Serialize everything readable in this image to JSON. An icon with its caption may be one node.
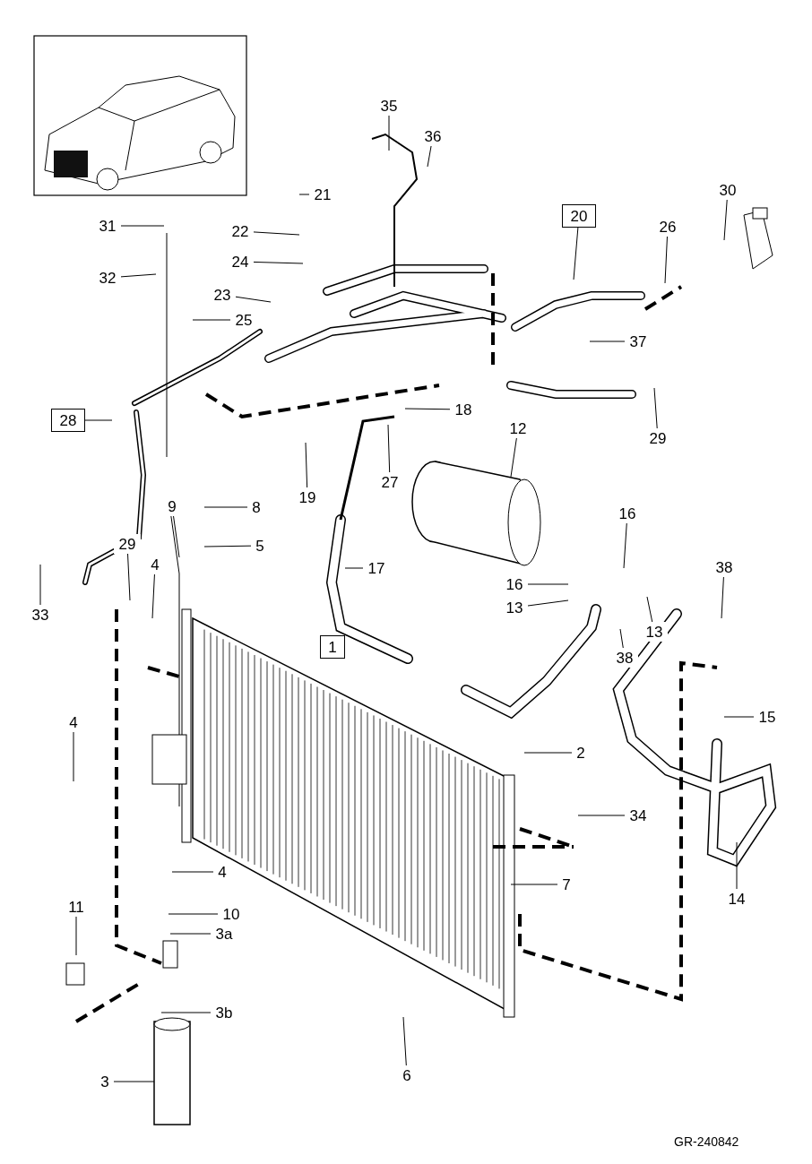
{
  "diagram": {
    "nodes": [
      {
        "text": [
          "35"
        ]
      },
      {
        "text": [
          "36"
        ]
      },
      {
        "text": [
          "21"
        ]
      },
      {
        "text": [
          "22"
        ]
      },
      {
        "text": [
          "24"
        ]
      },
      {
        "text": [
          "31"
        ]
      },
      {
        "text": [
          "32"
        ]
      },
      {
        "text": [
          "23"
        ]
      },
      {
        "text": [
          "25"
        ]
      },
      {
        "text": [
          "20"
        ]
      },
      {
        "text": [
          "30"
        ]
      },
      {
        "text": [
          "26"
        ]
      },
      {
        "text": [
          "37"
        ]
      },
      {
        "text": [
          "29"
        ]
      },
      {
        "text": [
          "28"
        ]
      },
      {
        "text": [
          "18"
        ]
      },
      {
        "text": [
          "27"
        ]
      },
      {
        "text": [
          "19"
        ]
      },
      {
        "text": [
          "12"
        ]
      },
      {
        "text": [
          "16"
        ]
      },
      {
        "text": [
          "9"
        ]
      },
      {
        "text": [
          "8"
        ]
      },
      {
        "text": [
          "5"
        ]
      },
      {
        "text": [
          "29"
        ]
      },
      {
        "text": [
          "4"
        ]
      },
      {
        "text": [
          "33"
        ]
      },
      {
        "text": [
          "17"
        ]
      },
      {
        "text": [
          "16"
        ]
      },
      {
        "text": [
          "13"
        ]
      },
      {
        "text": [
          "38"
        ]
      },
      {
        "text": [
          "38"
        ]
      },
      {
        "text": [
          "13"
        ]
      },
      {
        "text": [
          "1"
        ]
      },
      {
        "text": [
          "15"
        ]
      },
      {
        "text": [
          "4"
        ]
      },
      {
        "text": [
          "2"
        ]
      },
      {
        "text": [
          "34"
        ]
      },
      {
        "text": [
          "4"
        ]
      },
      {
        "text": [
          "7"
        ]
      },
      {
        "text": [
          "10"
        ]
      },
      {
        "text": [
          "3a"
        ]
      },
      {
        "text": [
          "11"
        ]
      },
      {
        "text": [
          "14"
        ]
      },
      {
        "text": [
          "3b"
        ]
      },
      {
        "text": [
          "3"
        ]
      },
      {
        "text": [
          "6"
        ]
      }
    ],
    "edges": [
      {
        "from": 0,
        "to": null,
        "arrow": "none"
      },
      {
        "from": 1,
        "to": null,
        "arrow": "none"
      },
      {
        "from": 2,
        "to": null,
        "arrow": "none"
      },
      {
        "from": 3,
        "to": null,
        "arrow": "none"
      },
      {
        "from": 4,
        "to": null,
        "arrow": "none"
      },
      {
        "from": 5,
        "to": null,
        "arrow": "none"
      },
      {
        "from": 6,
        "to": null,
        "arrow": "none"
      },
      {
        "from": 7,
        "to": null,
        "arrow": "none"
      },
      {
        "from": 8,
        "to": null,
        "arrow": "none"
      },
      {
        "from": 9,
        "to": null,
        "arrow": "none"
      },
      {
        "from": 10,
        "to": null,
        "arrow": "none"
      },
      {
        "from": 11,
        "to": null,
        "arrow": "none"
      },
      {
        "from": 12,
        "to": null,
        "arrow": "none"
      },
      {
        "from": 13,
        "to": null,
        "arrow": "none"
      },
      {
        "from": 14,
        "to": null,
        "arrow": "none"
      },
      {
        "from": 15,
        "to": null,
        "arrow": "none"
      },
      {
        "from": 16,
        "to": null,
        "arrow": "none"
      },
      {
        "from": 17,
        "to": null,
        "arrow": "none"
      },
      {
        "from": 18,
        "to": null,
        "arrow": "none"
      },
      {
        "from": 19,
        "to": null,
        "arrow": "none"
      },
      {
        "from": 20,
        "to": null,
        "arrow": "none"
      },
      {
        "from": 21,
        "to": null,
        "arrow": "none"
      },
      {
        "from": 22,
        "to": null,
        "arrow": "none"
      },
      {
        "from": 23,
        "to": null,
        "arrow": "none"
      },
      {
        "from": 24,
        "to": null,
        "arrow": "none"
      },
      {
        "from": 25,
        "to": null,
        "arrow": "none"
      },
      {
        "from": 26,
        "to": null,
        "arrow": "none"
      },
      {
        "from": 27,
        "to": null,
        "arrow": "none"
      },
      {
        "from": 28,
        "to": null,
        "arrow": "none"
      },
      {
        "from": 29,
        "to": null,
        "arrow": "none"
      },
      {
        "from": 30,
        "to": null,
        "arrow": "none"
      },
      {
        "from": 31,
        "to": null,
        "arrow": "none"
      },
      {
        "from": 33,
        "to": null,
        "arrow": "none"
      },
      {
        "from": 34,
        "to": null,
        "arrow": "none"
      },
      {
        "from": 35,
        "to": null,
        "arrow": "none"
      },
      {
        "from": 36,
        "to": null,
        "arrow": "none"
      },
      {
        "from": 37,
        "to": null,
        "arrow": "none"
      },
      {
        "from": 38,
        "to": null,
        "arrow": "none"
      },
      {
        "from": 39,
        "to": null,
        "arrow": "none"
      },
      {
        "from": 40,
        "to": null,
        "arrow": "none"
      },
      {
        "from": 41,
        "to": null,
        "arrow": "none"
      },
      {
        "from": 42,
        "to": null,
        "arrow": "none"
      },
      {
        "from": 43,
        "to": null,
        "arrow": "none"
      },
      {
        "from": 44,
        "to": null,
        "arrow": "none"
      },
      {
        "from": 45,
        "to": null,
        "arrow": "none"
      }
    ],
    "labels": [
      "GR-240842"
    ]
  }
}
